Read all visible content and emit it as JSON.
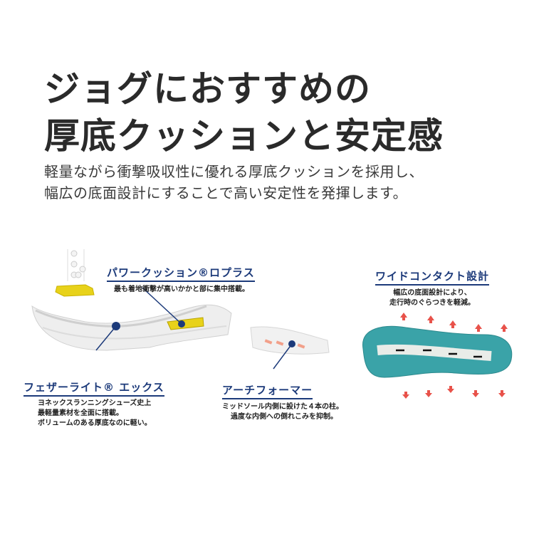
{
  "headline": {
    "line1": "ジョグにおすすめの",
    "line2": "厚底クッションと安定感"
  },
  "subtext": {
    "line1": "軽量ながら衝撃吸収性に優れる厚底クッションを採用し、",
    "line2": "幅広の底面設計にすることで高い安定性を発揮します。"
  },
  "features": {
    "power_cushion": {
      "title": "パワークッション®ロプラス",
      "desc": "最も着地衝撃が高いかかと部に集中搭載。"
    },
    "wide_contact": {
      "title": "ワイドコンタクト設計",
      "desc1": "幅広の底面設計により、",
      "desc2": "走行時のぐらつきを軽減。"
    },
    "featherlite": {
      "title": "フェザーライト® エックス",
      "desc1": "ヨネックスランニングシューズ史上",
      "desc2": "最軽量素材を全面に搭載。",
      "desc3": "ボリュームのある厚底なのに軽い。"
    },
    "arch_former": {
      "title": "アーチフォーマー",
      "desc1": "ミッドソール内側に設けた４本の柱。",
      "desc2": "過度な内側への倒れこみを抑制。"
    }
  },
  "colors": {
    "accent_navy": "#1c3a7a",
    "cushion_yellow": "#e8d21a",
    "sole_teal": "#3aa3a8",
    "arrow_red": "#e8524a",
    "arch_pink": "#f2a08a"
  },
  "icons": [
    "ball-drop-diagram-icon",
    "cushion-pad-icon",
    "arrow-up-icon",
    "arrow-down-icon"
  ]
}
